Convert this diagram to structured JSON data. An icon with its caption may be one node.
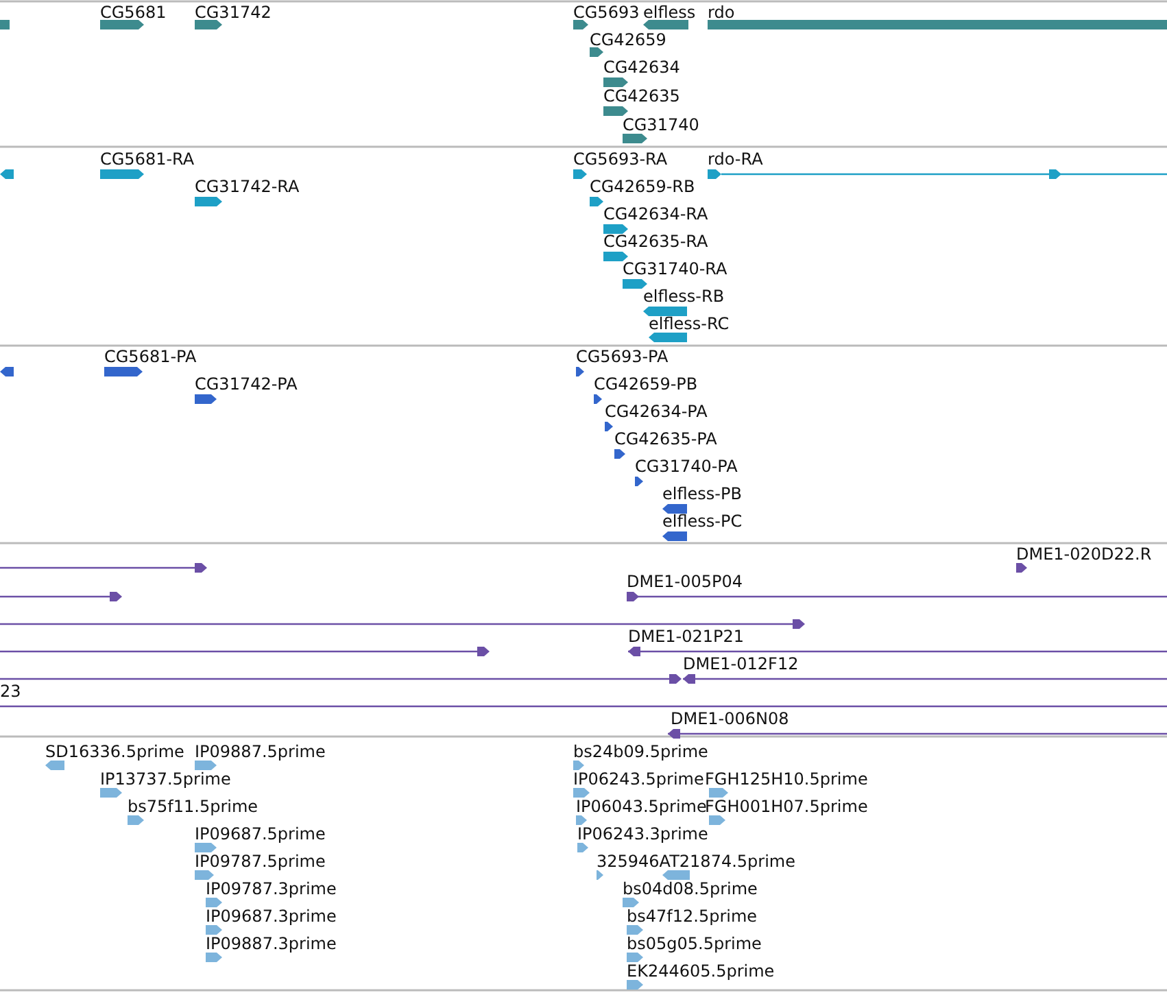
{
  "diagram": {
    "labels": [
      "CG5681",
      "CG31742",
      "CG5693",
      "elfless",
      "rdo",
      "CG42659",
      "CG42634",
      "CG42635",
      "CG31740",
      "CG5681-RA",
      "CG5693-RA",
      "rdo-RA",
      "CG31742-RA",
      "CG42659-RB",
      "CG42634-RA",
      "CG42635-RA",
      "CG31740-RA",
      "elfless-RB",
      "elfless-RC",
      "CG5681-PA",
      "CG5693-PA",
      "CG31742-PA",
      "CG42659-PB",
      "CG42634-PA",
      "CG42635-PA",
      "CG31740-PA",
      "elfless-PB",
      "elfless-PC",
      "DME1-020D22.R",
      "DME1-005P04",
      "DME1-021P21",
      "DME1-012F12",
      "23",
      "DME1-006N08",
      "SD16336.5prime",
      "IP09887.5prime",
      "bs24b09.5prime",
      "IP13737.5prime",
      "IP06243.5prime",
      "FGH125H10.5prime",
      "bs75f11.5prime",
      "IP06043.5prime",
      "FGH001H07.5prime",
      "IP09687.5prime",
      "IP06243.3prime",
      "IP09787.5prime",
      "325946AT21874.5prime",
      "IP09787.3prime",
      "bs04d08.5prime",
      "IP09687.3prime",
      "bs47f12.5prime",
      "IP09887.3prime",
      "bs05g05.5prime",
      "EK244605.5prime"
    ]
  }
}
